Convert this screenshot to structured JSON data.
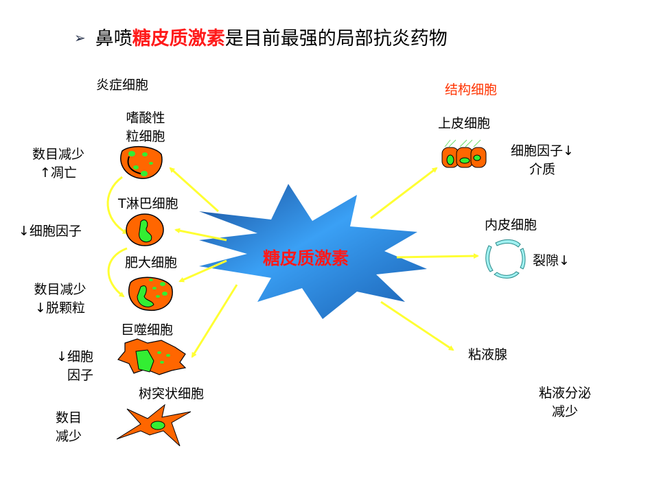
{
  "title": {
    "bullet": "➢",
    "prefix": "鼻喷",
    "highlight": "糖皮质激素",
    "suffix": "是目前最强的局部抗炎药物"
  },
  "center": {
    "label": "糖皮质激素"
  },
  "colors": {
    "highlight": "#ff1a1a",
    "star": "#2f8fe8",
    "arrow": "#ffff33",
    "cell": "#ff6600",
    "nucleus": "#33ee33",
    "endothelium": "#9ff0f0",
    "structural_heading": "#ff3300"
  },
  "left": {
    "heading": "炎症细胞",
    "cells": [
      {
        "name_lines": [
          "嗜酸性",
          "粒细胞"
        ],
        "effect_lines": [
          "数目减少",
          "↑凋亡"
        ]
      },
      {
        "name_lines": [
          "T淋巴细胞"
        ],
        "effect_lines": [
          "↓细胞因子"
        ]
      },
      {
        "name_lines": [
          "肥大细胞"
        ],
        "effect_lines": [
          "数目减少",
          "↓脱颗粒"
        ]
      },
      {
        "name_lines": [
          "巨噬细胞"
        ],
        "effect_lines": [
          "↓细胞",
          "因子"
        ]
      },
      {
        "name_lines": [
          "树突状细胞"
        ],
        "effect_lines": [
          "数目",
          "减少"
        ]
      }
    ]
  },
  "right": {
    "heading": "结构细胞",
    "cells": [
      {
        "name": "上皮细胞",
        "effect_lines": [
          "细胞因子↓",
          "介质"
        ]
      },
      {
        "name": "内皮细胞",
        "effect_lines": [
          "裂隙↓"
        ]
      },
      {
        "name": "粘液腺",
        "effect_lines": [
          "粘液分泌",
          "减少"
        ]
      }
    ]
  }
}
